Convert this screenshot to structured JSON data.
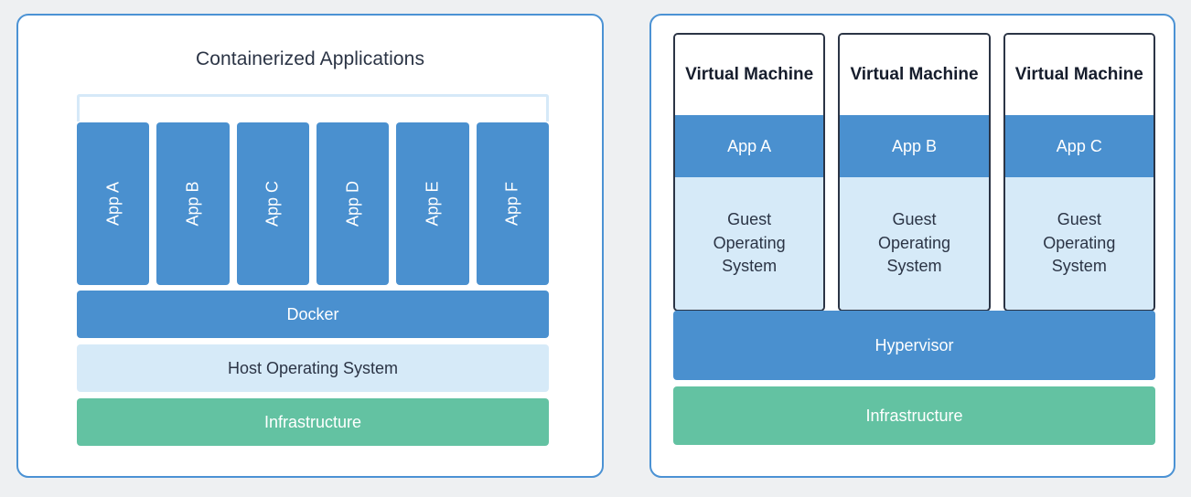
{
  "diagram": {
    "background_color": "#eef0f2",
    "panel_border_color": "#4b92d4",
    "accent_blue": "#4a90cf",
    "light_blue": "#d6eaf8",
    "green": "#63c2a2",
    "dark_navy": "#2b3445"
  },
  "left_panel": {
    "title": "Containerized Applications",
    "bracket_name": "containerized-applications-bracket",
    "apps": [
      {
        "label": "App A"
      },
      {
        "label": "App B"
      },
      {
        "label": "App C"
      },
      {
        "label": "App D"
      },
      {
        "label": "App E"
      },
      {
        "label": "App F"
      }
    ],
    "layers": [
      {
        "label": "Docker",
        "color": "#4a90cf"
      },
      {
        "label": "Host Operating System",
        "color": "#d6eaf8"
      },
      {
        "label": "Infrastructure",
        "color": "#63c2a2"
      }
    ]
  },
  "right_panel": {
    "vms": [
      {
        "title": "Virtual Machine",
        "app_label": "App A",
        "guest_os_line1": "Guest",
        "guest_os_line2": "Operating",
        "guest_os_line3": "System"
      },
      {
        "title": "Virtual Machine",
        "app_label": "App B",
        "guest_os_line1": "Guest",
        "guest_os_line2": "Operating",
        "guest_os_line3": "System"
      },
      {
        "title": "Virtual Machine",
        "app_label": "App C",
        "guest_os_line1": "Guest",
        "guest_os_line2": "Operating",
        "guest_os_line3": "System"
      }
    ],
    "layers": [
      {
        "label": "Hypervisor",
        "color": "#4a90cf"
      },
      {
        "label": "Infrastructure",
        "color": "#63c2a2"
      }
    ]
  }
}
